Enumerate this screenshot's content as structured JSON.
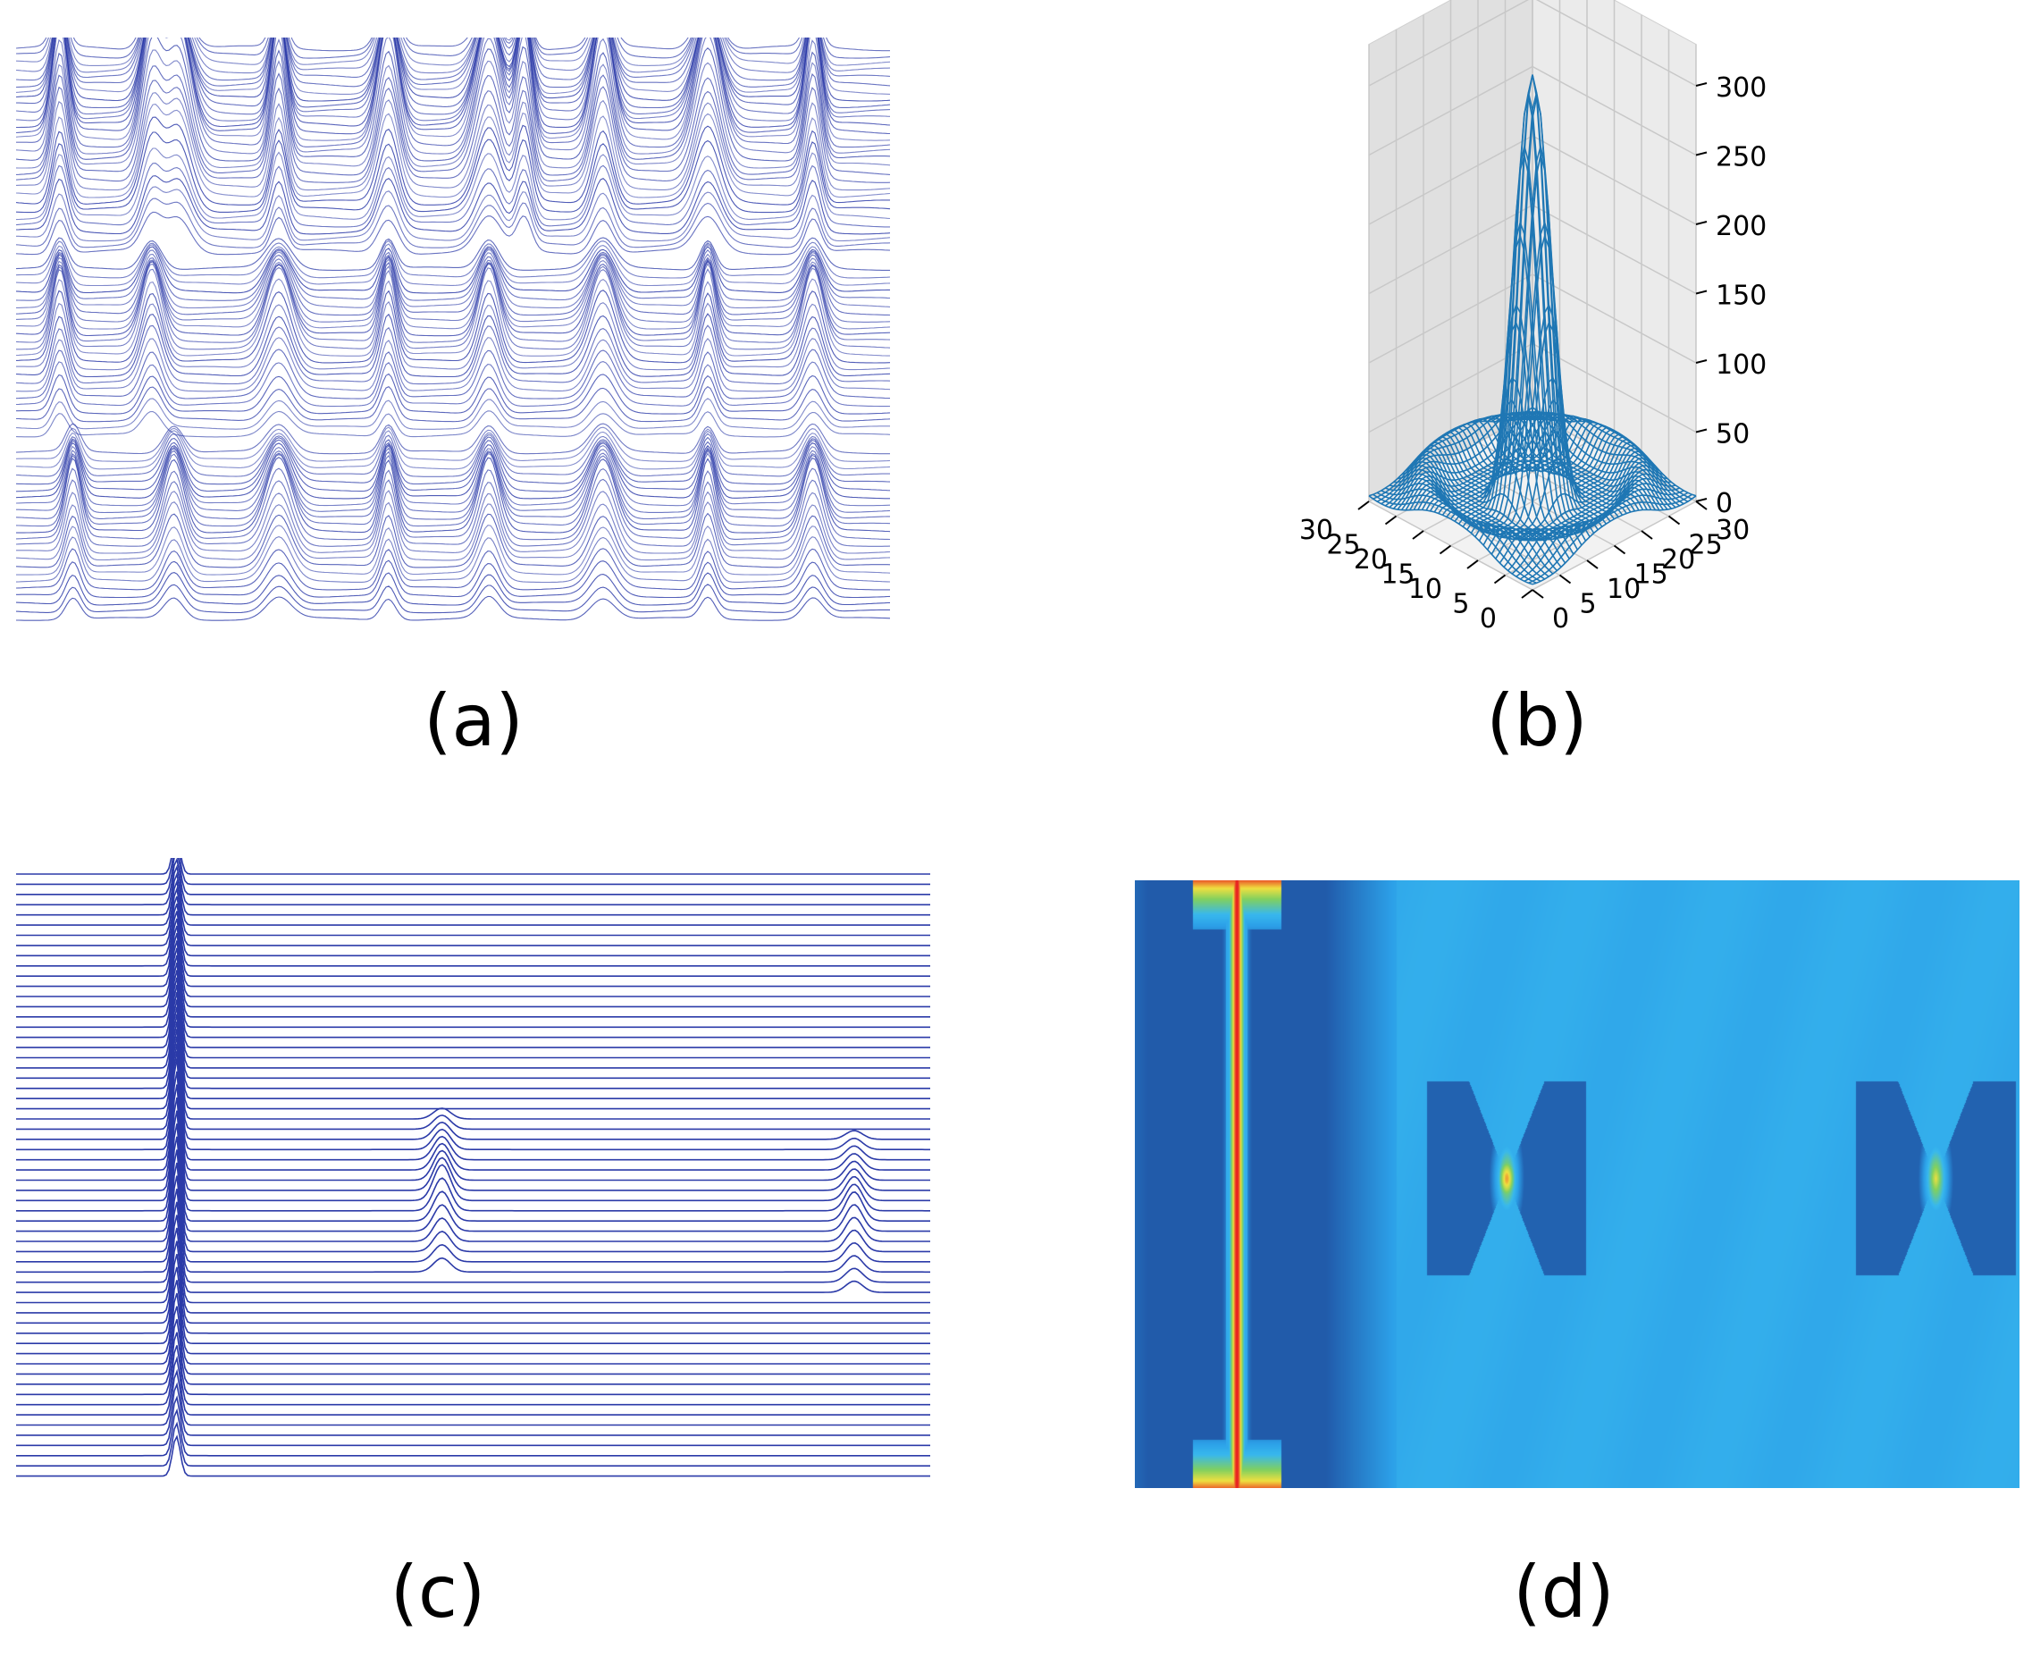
{
  "panels": [
    {
      "label": "(a)"
    },
    {
      "label": "(b)"
    },
    {
      "label": "(c)"
    },
    {
      "label": "(d)"
    }
  ],
  "chart_data": [
    {
      "type": "line",
      "panel": "(a)",
      "title": "",
      "xlabel": "",
      "ylabel": "",
      "description_kind": "waterfall",
      "line_color": "#2b3aa8",
      "groups": [
        {
          "offset": 0.0,
          "n_lines": 30,
          "peaks_x": [
            0.05,
            0.155,
            0.185,
            0.3,
            0.425,
            0.54,
            0.58,
            0.67,
            0.79,
            0.91
          ],
          "peak_height": 0.2
        },
        {
          "offset": 0.36,
          "n_lines": 24,
          "peaks_x": [
            0.05,
            0.155,
            0.3,
            0.425,
            0.54,
            0.67,
            0.79,
            0.91
          ],
          "peak_height": 0.13
        },
        {
          "offset": 0.66,
          "n_lines": 24,
          "peaks_x": [
            0.065,
            0.18,
            0.3,
            0.425,
            0.54,
            0.67,
            0.79,
            0.91
          ],
          "peak_height": 0.12
        }
      ],
      "x_range": [
        0,
        1
      ],
      "grid": false
    },
    {
      "type": "surface",
      "panel": "(b)",
      "title": "",
      "xlabel": "",
      "ylabel": "",
      "zlabel": "",
      "x_ticks": [
        "0",
        "5",
        "10",
        "15",
        "20",
        "25",
        "30"
      ],
      "y_ticks": [
        "0",
        "5",
        "10",
        "15",
        "20",
        "25",
        "30"
      ],
      "z_ticks": [
        "0",
        "50",
        "100",
        "150",
        "200",
        "250",
        "300"
      ],
      "x_range": [
        0,
        30
      ],
      "y_range": [
        0,
        30
      ],
      "z_range": [
        0,
        300
      ],
      "peak_center": [
        15,
        15
      ],
      "peak_value": 300,
      "surface_color": "#1f77b4",
      "grid": true
    },
    {
      "type": "line",
      "panel": "(c)",
      "title": "",
      "xlabel": "",
      "ylabel": "",
      "description_kind": "waterfall",
      "line_color": "#2b3aa8",
      "n_lines": 60,
      "peaks": [
        {
          "x": 0.175,
          "height": 0.55,
          "width": 0.006,
          "line_range": [
            0,
            60
          ]
        },
        {
          "x": 0.465,
          "height": 0.16,
          "width": 0.013,
          "line_range": [
            24,
            40
          ]
        },
        {
          "x": 0.915,
          "height": 0.13,
          "width": 0.013,
          "line_range": [
            26,
            42
          ]
        }
      ],
      "x_range": [
        0,
        1
      ],
      "grid": false
    },
    {
      "type": "heatmap",
      "panel": "(d)",
      "title": "",
      "xlabel": "",
      "ylabel": "",
      "colormap": [
        "#1f4fa0",
        "#2ca0e8",
        "#38b8ee",
        "#80d060",
        "#f0e040",
        "#e82020"
      ],
      "features": [
        {
          "kind": "vertical-band",
          "x": 0.115,
          "strength": 1.0
        },
        {
          "kind": "hourglass",
          "x": 0.42,
          "y": 0.49,
          "strength": 0.9
        },
        {
          "kind": "hourglass",
          "x": 0.905,
          "y": 0.49,
          "strength": 0.8
        }
      ],
      "grid": false
    }
  ]
}
